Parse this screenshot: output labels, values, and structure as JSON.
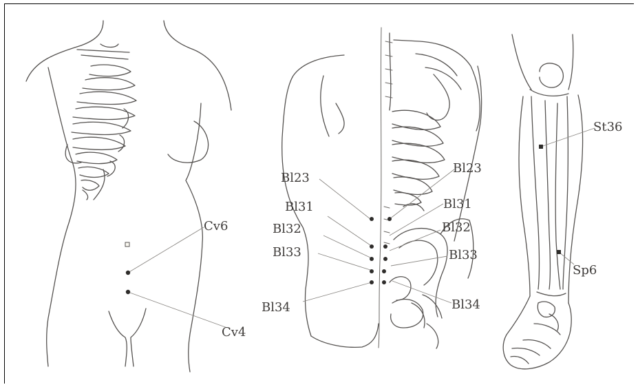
{
  "figures": [
    {
      "id": "front-torso",
      "points": [
        {
          "label": "Cv6"
        },
        {
          "label": "Cv4"
        }
      ]
    },
    {
      "id": "back-torso",
      "points": [
        {
          "label": "Bl23"
        },
        {
          "label": "Bl31"
        },
        {
          "label": "Bl32"
        },
        {
          "label": "Bl33"
        },
        {
          "label": "Bl34"
        },
        {
          "label": "Bl23"
        },
        {
          "label": "Bl31"
        },
        {
          "label": "Bl32"
        },
        {
          "label": "Bl33"
        },
        {
          "label": "Bl34"
        }
      ]
    },
    {
      "id": "lower-leg",
      "points": [
        {
          "label": "St36"
        },
        {
          "label": "Sp6"
        }
      ]
    }
  ]
}
